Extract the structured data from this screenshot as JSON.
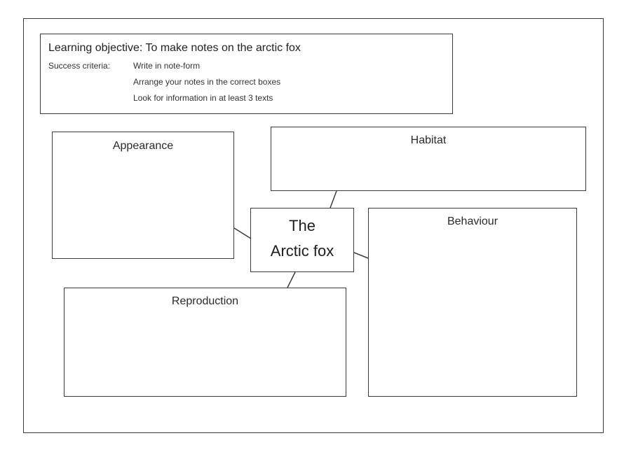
{
  "objective": {
    "title": "Learning objective: To make notes on the arctic fox",
    "criteria_label": "Success criteria:",
    "criteria": [
      "Write in note-form",
      "Arrange your notes in the correct boxes",
      "Look for information in at least 3 texts"
    ]
  },
  "center": {
    "line1": "The",
    "line2": "Arctic fox"
  },
  "sections": {
    "appearance": "Appearance",
    "habitat": "Habitat",
    "behaviour": "Behaviour",
    "reproduction": "Reproduction"
  }
}
